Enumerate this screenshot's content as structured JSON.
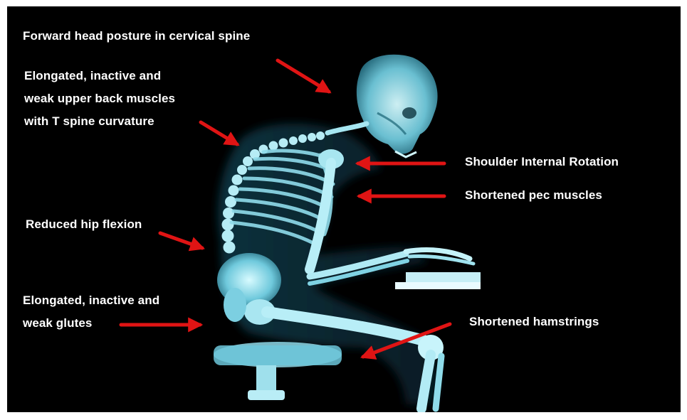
{
  "colors": {
    "background": "#000000",
    "text": "#ffffff",
    "arrow": "#e01414",
    "bone": "#b9eef6",
    "bone_dark": "#2f8fa6"
  },
  "labels": {
    "forward_head": "Forward head  posture in cervical  spine",
    "upper_back_1": "Elongated, inactive  and",
    "upper_back_2": "weak upper back muscles",
    "upper_back_3": "with T spine curvature",
    "shoulder": "Shoulder Internal Rotation",
    "pec": "Shortened pec muscles",
    "hip": "Reduced hip flexion",
    "glutes_1": "Elongated, inactive  and",
    "glutes_2": "weak glutes",
    "hamstrings": "Shortened hamstrings"
  }
}
